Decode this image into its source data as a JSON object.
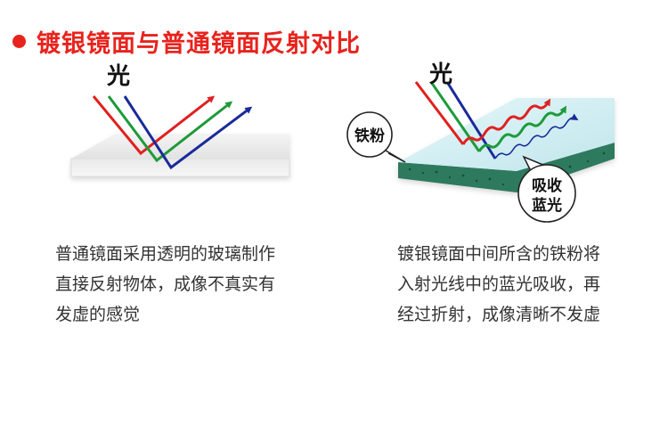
{
  "title": "镀银镜面与普通镜面反射对比",
  "left_panel": {
    "light_label": "光",
    "description_lines": [
      "普通镜面采用透明的玻璃制作",
      "直接反射物体，成像不真实有",
      "发虚的感觉"
    ]
  },
  "right_panel": {
    "light_label": "光",
    "iron_label": "铁粉",
    "absorb_label_lines": [
      "吸收",
      "蓝光"
    ],
    "description_lines": [
      "镀银镜面中间所含的铁粉将",
      "入射光线中的蓝光吸收，再",
      "经过折射，成像清晰不发虚"
    ]
  },
  "colors": {
    "title": "#e8231d",
    "red_ray": "#e02020",
    "green_ray": "#1e9a3a",
    "blue_ray": "#1a2a9a",
    "glass": "#cdeef2",
    "glass_edge": "#2f7a5e"
  },
  "icons": {
    "bullet": "red-dot"
  }
}
